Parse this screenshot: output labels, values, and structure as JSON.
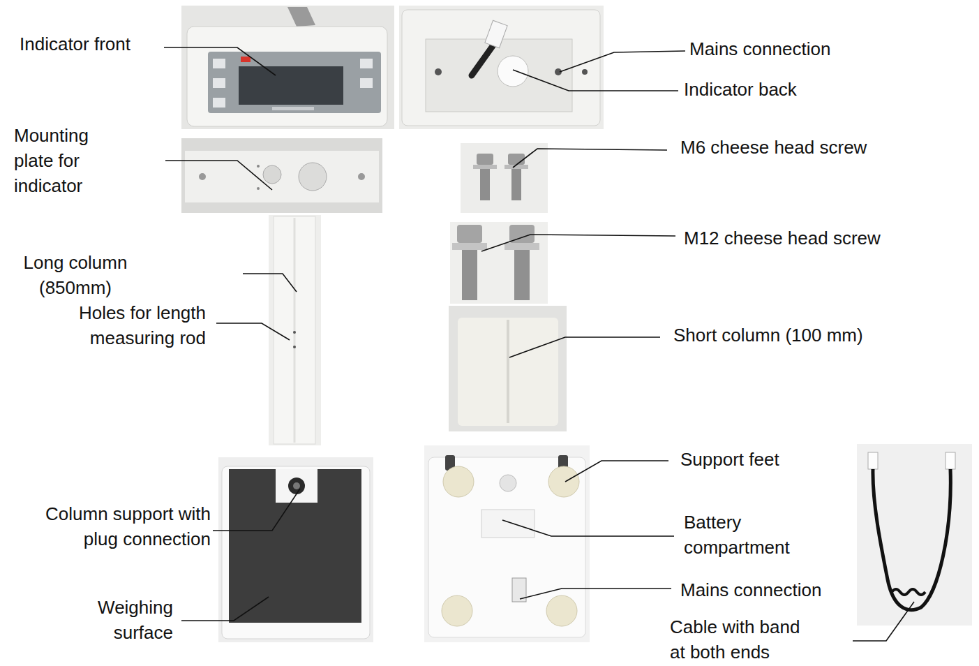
{
  "diagram": {
    "labels": [
      "Indicator front",
      "Mains connection",
      "Indicator back",
      "Mounting plate for indicator",
      "M6 cheese head screw",
      "M12 cheese head screw",
      "Long column (850mm)",
      "Holes for length measuring rod",
      "Short column (100 mm)",
      "Support feet",
      "Column support with plug connection",
      "Battery compartment",
      "Weighing surface",
      "Mains connection",
      "Cable with band at both ends"
    ]
  }
}
